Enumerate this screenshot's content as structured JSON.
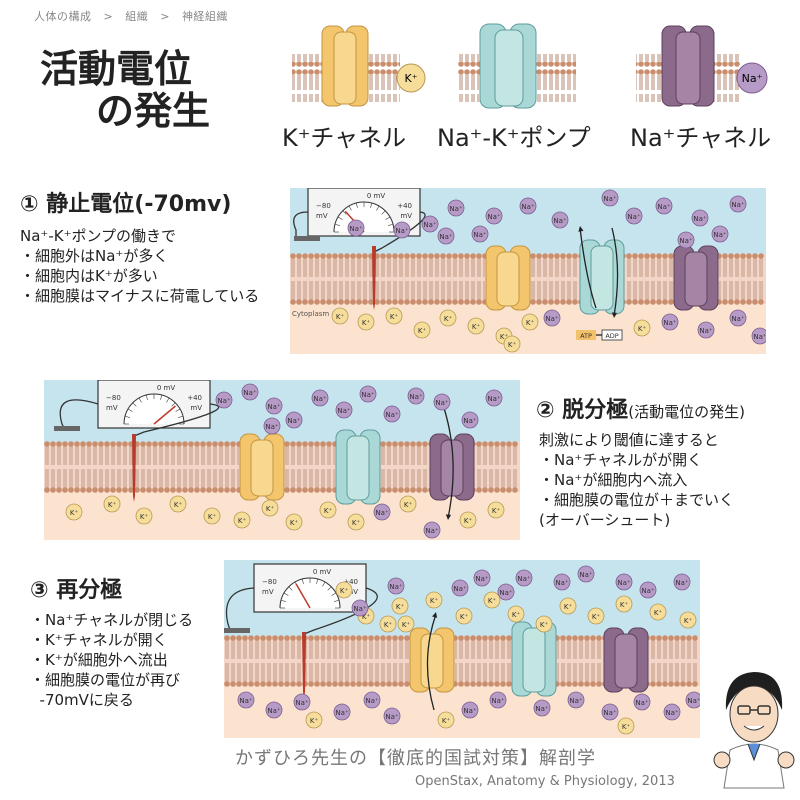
{
  "breadcrumb": {
    "items": [
      "人体の構成",
      "組織",
      "神経組織"
    ],
    "separator": ">"
  },
  "title": {
    "line1": "活動電位",
    "line2": "の発生"
  },
  "legend": {
    "k_channel": "K⁺チャネル",
    "pump": "Na⁺-K⁺ポンプ",
    "na_channel": "Na⁺チャネル",
    "k_ion": "K⁺",
    "na_ion": "Na⁺"
  },
  "section1": {
    "title": "① 静止電位(-70mv)",
    "lines": [
      "Na⁺-K⁺ポンプの働きで",
      "・細胞外はNa⁺が多く",
      "・細胞内はK⁺が多い",
      "・細胞膜はマイナスに荷電している"
    ]
  },
  "section2": {
    "title": "② 脱分極",
    "subtitle": "(活動電位の発生)",
    "lines": [
      "刺激により閾値に達すると",
      "・Na⁺チャネルがが開く",
      "・Na⁺が細胞内へ流入",
      "・細胞膜の電位が＋までいく",
      "(オーバーシュート)"
    ]
  },
  "section3": {
    "title": "③ 再分極",
    "lines": [
      "・Na⁺チャネルが閉じる",
      "・K⁺チャネルが開く",
      "・K⁺が細胞外へ流出",
      "・細胞膜の電位が再び",
      "  -70mVに戻る"
    ]
  },
  "meter": {
    "zero": "0 mV",
    "neg": "−80",
    "pos": "+40",
    "unit": "mV"
  },
  "diagram_labels": {
    "cytoplasm": "Cytoplasm",
    "atp": "ATP",
    "adp": "ADP",
    "k_ion": "K⁺",
    "na_ion": "Na⁺"
  },
  "credit": {
    "line1": "かずひろ先生の【徹底的国試対策】解剖学",
    "line2": "OpenStax, Anatomy & Physiology, 2013"
  },
  "colors": {
    "extracellular": "#c6e4ee",
    "cytoplasm": "#fbe3cf",
    "membrane": "#c99a84",
    "k_channel": "#f3c56c",
    "pump": "#a9d8d6",
    "na_channel": "#8c6a8c",
    "k_ion": "#f6dd9a",
    "na_ion": "#b69bc6"
  }
}
